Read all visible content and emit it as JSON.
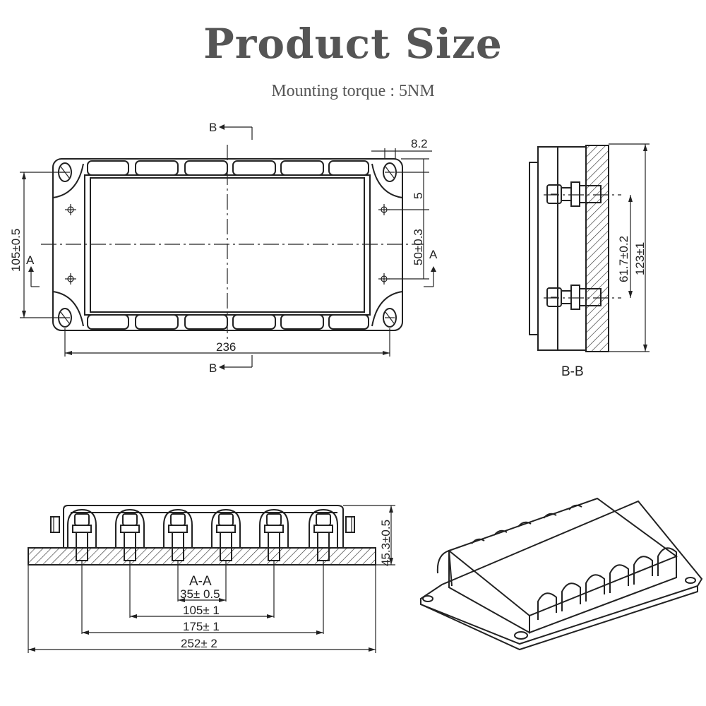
{
  "title": "Product Size",
  "subtitle": "Mounting torque : 5NM",
  "top_view": {
    "section_b_top": "B",
    "section_b_bottom": "B",
    "section_a_left": "A",
    "section_a_right": "A",
    "dim_width": "236",
    "dim_height": "105±0.5",
    "dim_offset": "8.2",
    "dim_margin": "5",
    "dim_hole_spacing": "50±0.3"
  },
  "side_view": {
    "label": "B-B",
    "dim_terminal_spacing": "61.7±0.2",
    "dim_height": "123±1"
  },
  "section_view": {
    "label": "A-A",
    "dim_height": "45.3±0.5",
    "dim_pitch": "35± 0.5",
    "dim_inner": "105± 1",
    "dim_outer_terminals": "175± 1",
    "dim_total": "252± 2"
  }
}
